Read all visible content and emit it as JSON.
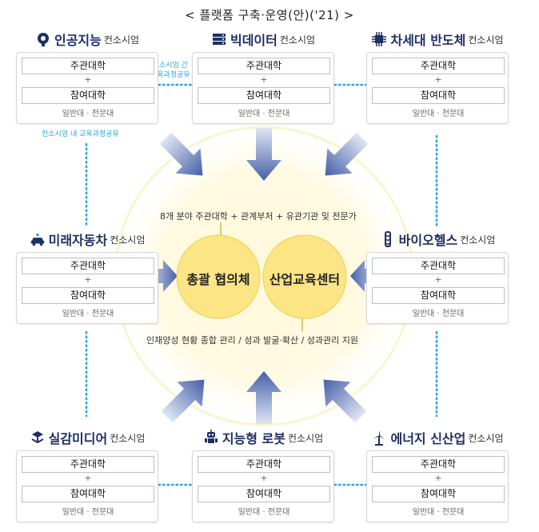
{
  "title": "<  플랫폼 구축·운영(안)('21)  >",
  "node_common": {
    "suffix": "컨소시엄",
    "lead_univ": "주관대학",
    "plus": "+",
    "partner_univ": "참여대학",
    "types": "일반대 · 전문대"
  },
  "nodes": [
    {
      "name": "인공지능",
      "icon": "ai-gear-head-icon"
    },
    {
      "name": "빅데이터",
      "icon": "server-stack-icon"
    },
    {
      "name": "차세대 반도체",
      "icon": "chip-icon"
    },
    {
      "name": "미래자동차",
      "icon": "car-icon"
    },
    {
      "name": "바이오헬스",
      "icon": "dna-tube-icon"
    },
    {
      "name": "실감미디어",
      "icon": "vr-hand-icon"
    },
    {
      "name": "지능형 로봇",
      "icon": "robot-icon"
    },
    {
      "name": "에너지 신산업",
      "icon": "wind-turbine-icon"
    }
  ],
  "notes": {
    "between_consortia_line1": "컨소시엄 간",
    "between_consortia_line2": "교육과정공유",
    "within_consortium": "컨소시엄 내 교육과정공유"
  },
  "center": {
    "left_circle": "총괄 협의체",
    "right_circle": "산업교육센터",
    "top_caption": "8개 분야 주관대학 + 관계부처 + 유관기관 및 전문가",
    "bottom_caption": "인재양성 현황 종합 관리 / 성과 발굴·확산 / 성과관리 지원"
  },
  "colors": {
    "arrow": "#4560a8",
    "circle_fill": "#fbe47f",
    "dotted": "#2aa6d8",
    "node_title": "#1f2f66"
  }
}
